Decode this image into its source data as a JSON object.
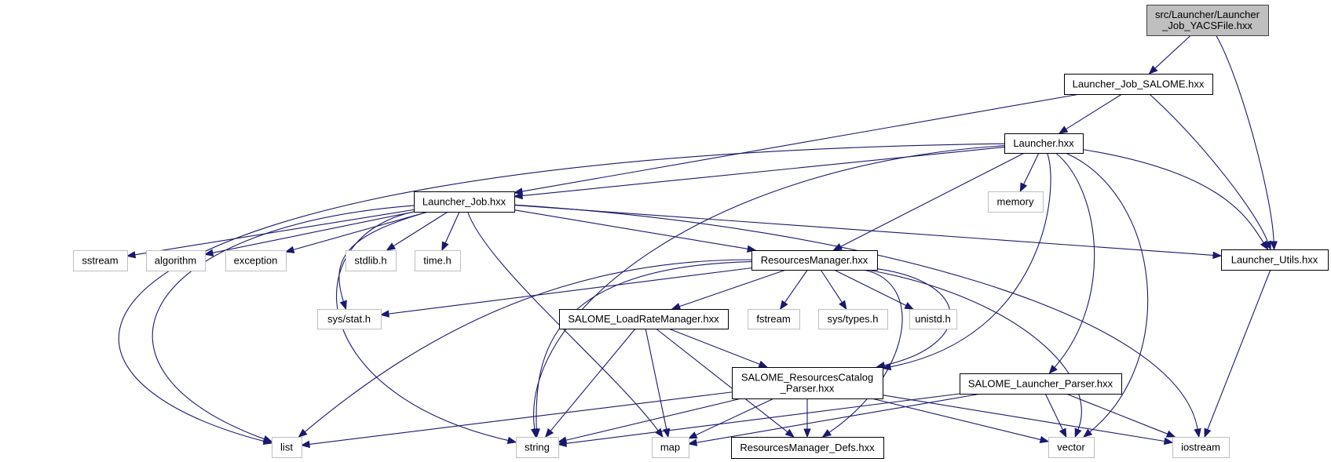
{
  "diagram": {
    "title": "Include dependency graph for src/Launcher/Launcher_Job_YACSFile.hxx",
    "edge_color": "#191970",
    "root_fill": "#bfbfbf",
    "system_border": "#bfbfbf",
    "nodes": [
      {
        "id": "root",
        "kind": "root",
        "lines": [
          "src/Launcher/Launcher",
          "_Job_YACSFile.hxx"
        ]
      },
      {
        "id": "job_salome",
        "kind": "local",
        "lines": [
          "Launcher_Job_SALOME.hxx"
        ]
      },
      {
        "id": "utils",
        "kind": "local",
        "lines": [
          "Launcher_Utils.hxx"
        ]
      },
      {
        "id": "launcher",
        "kind": "local",
        "lines": [
          "Launcher.hxx"
        ]
      },
      {
        "id": "job",
        "kind": "local",
        "lines": [
          "Launcher_Job.hxx"
        ]
      },
      {
        "id": "memory",
        "kind": "system",
        "lines": [
          "memory"
        ]
      },
      {
        "id": "resmgr",
        "kind": "local",
        "lines": [
          "ResourcesManager.hxx"
        ]
      },
      {
        "id": "sstream",
        "kind": "system",
        "lines": [
          "sstream"
        ]
      },
      {
        "id": "algorithm",
        "kind": "system",
        "lines": [
          "algorithm"
        ]
      },
      {
        "id": "exception",
        "kind": "system",
        "lines": [
          "exception"
        ]
      },
      {
        "id": "stdlib",
        "kind": "system",
        "lines": [
          "stdlib.h"
        ]
      },
      {
        "id": "time",
        "kind": "system",
        "lines": [
          "time.h"
        ]
      },
      {
        "id": "sysstat",
        "kind": "system",
        "lines": [
          "sys/stat.h"
        ]
      },
      {
        "id": "loadrate",
        "kind": "local",
        "lines": [
          "SALOME_LoadRateManager.hxx"
        ]
      },
      {
        "id": "fstream",
        "kind": "system",
        "lines": [
          "fstream"
        ]
      },
      {
        "id": "systypes",
        "kind": "system",
        "lines": [
          "sys/types.h"
        ]
      },
      {
        "id": "unistd",
        "kind": "system",
        "lines": [
          "unistd.h"
        ]
      },
      {
        "id": "catparser",
        "kind": "local",
        "lines": [
          "SALOME_ResourcesCatalog",
          "_Parser.hxx"
        ]
      },
      {
        "id": "lparser",
        "kind": "local",
        "lines": [
          "SALOME_Launcher_Parser.hxx"
        ]
      },
      {
        "id": "list",
        "kind": "system",
        "lines": [
          "list"
        ]
      },
      {
        "id": "string",
        "kind": "system",
        "lines": [
          "string"
        ]
      },
      {
        "id": "map",
        "kind": "system",
        "lines": [
          "map"
        ]
      },
      {
        "id": "resdefs",
        "kind": "local",
        "lines": [
          "ResourcesManager_Defs.hxx"
        ]
      },
      {
        "id": "vector",
        "kind": "system",
        "lines": [
          "vector"
        ]
      },
      {
        "id": "iostream",
        "kind": "system",
        "lines": [
          "iostream"
        ]
      }
    ],
    "edges": [
      {
        "from": "root",
        "to": "job_salome"
      },
      {
        "from": "root",
        "to": "utils"
      },
      {
        "from": "job_salome",
        "to": "job"
      },
      {
        "from": "job_salome",
        "to": "launcher"
      },
      {
        "from": "job_salome",
        "to": "utils"
      },
      {
        "from": "launcher",
        "to": "job"
      },
      {
        "from": "launcher",
        "to": "list"
      },
      {
        "from": "launcher",
        "to": "string"
      },
      {
        "from": "launcher",
        "to": "memory"
      },
      {
        "from": "launcher",
        "to": "resmgr"
      },
      {
        "from": "launcher",
        "to": "catparser"
      },
      {
        "from": "launcher",
        "to": "lparser"
      },
      {
        "from": "launcher",
        "to": "vector"
      },
      {
        "from": "launcher",
        "to": "utils"
      },
      {
        "from": "job",
        "to": "list"
      },
      {
        "from": "job",
        "to": "sstream"
      },
      {
        "from": "job",
        "to": "algorithm"
      },
      {
        "from": "job",
        "to": "exception"
      },
      {
        "from": "job",
        "to": "sysstat"
      },
      {
        "from": "job",
        "to": "stdlib"
      },
      {
        "from": "job",
        "to": "time"
      },
      {
        "from": "job",
        "to": "string"
      },
      {
        "from": "job",
        "to": "map"
      },
      {
        "from": "job",
        "to": "resmgr"
      },
      {
        "from": "job",
        "to": "utils"
      },
      {
        "from": "job",
        "to": "iostream"
      },
      {
        "from": "utils",
        "to": "iostream"
      },
      {
        "from": "resmgr",
        "to": "list"
      },
      {
        "from": "resmgr",
        "to": "string"
      },
      {
        "from": "resmgr",
        "to": "sysstat"
      },
      {
        "from": "resmgr",
        "to": "loadrate"
      },
      {
        "from": "resmgr",
        "to": "fstream"
      },
      {
        "from": "resmgr",
        "to": "systypes"
      },
      {
        "from": "resmgr",
        "to": "unistd"
      },
      {
        "from": "resmgr",
        "to": "catparser"
      },
      {
        "from": "resmgr",
        "to": "resdefs"
      },
      {
        "from": "resmgr",
        "to": "vector"
      },
      {
        "from": "loadrate",
        "to": "string"
      },
      {
        "from": "loadrate",
        "to": "map"
      },
      {
        "from": "loadrate",
        "to": "catparser"
      },
      {
        "from": "loadrate",
        "to": "resdefs"
      },
      {
        "from": "catparser",
        "to": "list"
      },
      {
        "from": "catparser",
        "to": "string"
      },
      {
        "from": "catparser",
        "to": "map"
      },
      {
        "from": "catparser",
        "to": "resdefs"
      },
      {
        "from": "catparser",
        "to": "vector"
      },
      {
        "from": "catparser",
        "to": "iostream"
      },
      {
        "from": "lparser",
        "to": "string"
      },
      {
        "from": "lparser",
        "to": "map"
      },
      {
        "from": "lparser",
        "to": "vector"
      },
      {
        "from": "lparser",
        "to": "iostream"
      }
    ]
  }
}
